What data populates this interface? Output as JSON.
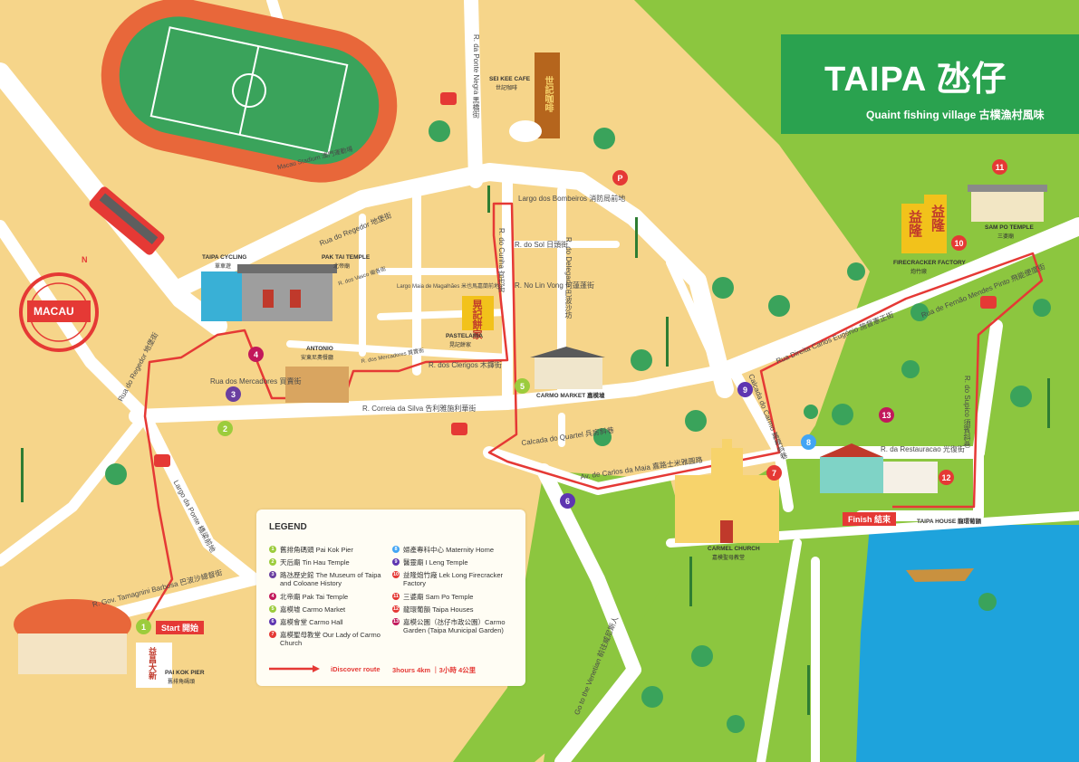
{
  "title": {
    "main": "TAIPA 氹仔",
    "subtitle": "Quaint fishing village 古樸漁村風味"
  },
  "streets": {
    "ponte_negra": "R. da Ponte Negra 黑橋街",
    "regedor_top": "Rua do Regedor 地堡街",
    "regedor_side": "Rua do Regedor 地堡街",
    "mercadores": "Rua dos Mercadores 買賣街",
    "correia": "R. Correia da Silva 告利雅施利華街",
    "clerigos": "R. dos Clerigos 木鐸街",
    "cunha": "R. do Cunha 官也街",
    "sol": "R. do Sol 日頭街",
    "delegado": "R. do Delegado 巴波沙坊",
    "lin_vong": "R. No Lin Vong 何蓮蓬街",
    "largo_bombeiros": "Largo dos Bombeiros 消防局前地",
    "largo_magalhaes": "Largo Maia de Magalhães 米也馬嘉蘭前地",
    "quartel": "Calcada do Quartel 兵房斜巷",
    "carlos_maia": "Av. de Carlos da Maia 嘉路士米雅圓路",
    "carmo_calcada": "Calcada do Carmo 嘉模斜巷",
    "direita": "Rua Direita Carlos Eugénio 施督憲正街",
    "fernao": "Rua de Fernão Mendes Pinto 飛能便度街",
    "supico": "R. do Supico 須賓斜巷",
    "restauracao": "R. da Restauracao 光復街",
    "ponte": "Largo da Ponte 橋梁前地",
    "tamagnini": "R. Gov. Tamagnini Barbosa 巴波沙總督街",
    "venetian": "Go to the Venetian 前往威尼斯人",
    "stadium": "Macau Stadium 澳門運動場",
    "vasco": "R. dos Vasco 衛各街",
    "pak_tai_st": "R. dos Mercadores 買賣街"
  },
  "pois": {
    "sei_kee": "SEI KEE CAFE",
    "sei_kee_cn": "世記咖啡",
    "cycling": "TAIPA CYCLING",
    "cycling_cn": "單車遊",
    "pak_tai": "PAK TAI TEMPLE",
    "pak_tai_cn": "北帝廟",
    "antonio": "ANTONIO",
    "antonio_cn": "安東尼奧餐廳",
    "pastelaria": "PASTELARIA",
    "pastelaria_cn": "晃記餅家",
    "carmo_market": "CARMO MARKET 嘉模墟",
    "carmel_church": "CARMEL CHURCH",
    "carmel_church_cn": "嘉模聖母教堂",
    "firecracker": "FIRECRACKER FACTORY",
    "firecracker_cn": "炮竹廠",
    "sam_po": "SAM PO TEMPLE",
    "sam_po_cn": "三婆廟",
    "taipa_house": "TAIPA HOUSE 龍環葡韻",
    "pak_kok": "PAI KOK PIER",
    "pak_kok_cn": "舊排角碼頭",
    "macau_stamp": "MACAU",
    "bakery_sign": "晃記餅家",
    "lek_long_sign_1": "益隆",
    "lek_long_sign_2": "益隆",
    "coffee_sign": "世記咖啡",
    "pier_sign": "益昌大新",
    "compass": "N"
  },
  "route": {
    "start": "Start 開始",
    "finish": "Finish 結束"
  },
  "markers": [
    "1",
    "2",
    "3",
    "4",
    "5",
    "6",
    "7",
    "8",
    "9",
    "10",
    "11",
    "12",
    "13"
  ],
  "legend": {
    "heading": "LEGEND",
    "items": [
      {
        "n": "1",
        "text": "舊排角碼頭 Pai Kok Pier",
        "color": "#9ccc3c"
      },
      {
        "n": "2",
        "text": "天后廟 Tin Hau Temple",
        "color": "#9ccc3c"
      },
      {
        "n": "3",
        "text": "路氹歷史館 The Museum of Taipa and Coloane History",
        "color": "#6a3fa0"
      },
      {
        "n": "4",
        "text": "北帝廟 Pak Tai Temple",
        "color": "#c2185b"
      },
      {
        "n": "5",
        "text": "嘉模墟 Carmo Market",
        "color": "#9ccc3c"
      },
      {
        "n": "6",
        "text": "嘉模會堂 Carmo Hall",
        "color": "#5e35b1"
      },
      {
        "n": "7",
        "text": "嘉模聖母教堂 Our Lady of Carmo Church",
        "color": "#e53935"
      },
      {
        "n": "8",
        "text": "婦產專科中心 Maternity Home",
        "color": "#42a5f5"
      },
      {
        "n": "9",
        "text": "醫靈廟 I Leng Temple",
        "color": "#5e35b1"
      },
      {
        "n": "10",
        "text": "益隆炮竹廠 Lek Long Firecracker Factory",
        "color": "#e53935"
      },
      {
        "n": "11",
        "text": "三婆廟 Sam Po Temple",
        "color": "#e53935"
      },
      {
        "n": "12",
        "text": "龍環葡韻 Taipa Houses",
        "color": "#e53935"
      },
      {
        "n": "13",
        "text": "嘉模公園（氹仔市政公園）Carmo Garden (Taipa Municipal Garden)",
        "color": "#c2185b"
      }
    ],
    "route_label": "iDiscover route",
    "route_info": "3hours 4km ｜3小時 4公里"
  },
  "colors": {
    "sand": "#f6d58a",
    "road": "#ffffff",
    "green": "#8cc63f",
    "water": "#1ea3dc",
    "route": "#e53935",
    "title_green": "#2aa24f"
  }
}
